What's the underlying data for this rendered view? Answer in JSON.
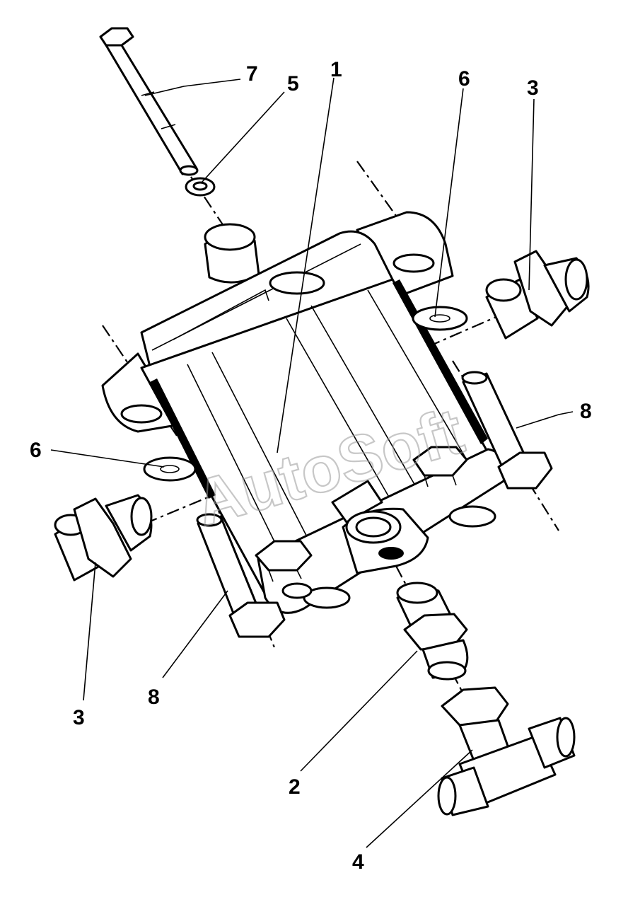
{
  "watermark": "AutoSoft",
  "callouts": [
    {
      "id": "7",
      "text": "7"
    },
    {
      "id": "5",
      "text": "5"
    },
    {
      "id": "1",
      "text": "1"
    },
    {
      "id": "6a",
      "text": "6"
    },
    {
      "id": "3a",
      "text": "3"
    },
    {
      "id": "8a",
      "text": "8"
    },
    {
      "id": "6b",
      "text": "6"
    },
    {
      "id": "3b",
      "text": "3"
    },
    {
      "id": "8b",
      "text": "8"
    },
    {
      "id": "2",
      "text": "2"
    },
    {
      "id": "4",
      "text": "4"
    }
  ],
  "parts": [
    {
      "id": "1",
      "name": "pump-housing"
    },
    {
      "id": "2",
      "name": "adapter-fitting"
    },
    {
      "id": "3",
      "name": "union-fitting"
    },
    {
      "id": "4",
      "name": "tee-fitting"
    },
    {
      "id": "5",
      "name": "washer"
    },
    {
      "id": "6",
      "name": "flange-washer"
    },
    {
      "id": "7",
      "name": "long-bolt"
    },
    {
      "id": "8",
      "name": "bolt"
    }
  ]
}
